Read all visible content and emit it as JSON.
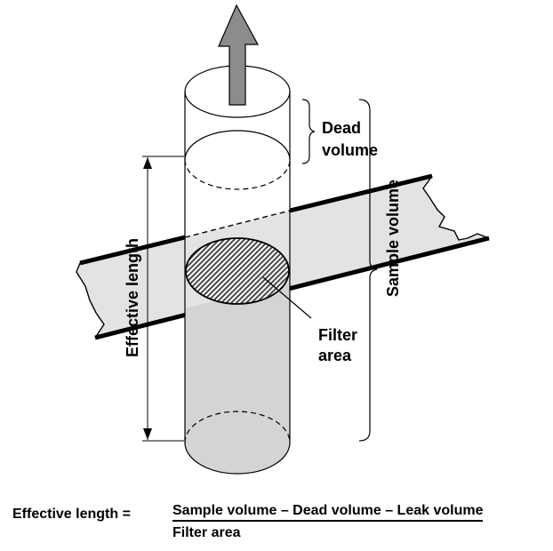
{
  "diagram": {
    "labels": {
      "dead_volume_line1": "Dead",
      "dead_volume_line2": "volume",
      "sample_volume": "Sample volume",
      "effective_length": "Effective length",
      "filter_area_line1": "Filter",
      "filter_area_line2": "area"
    },
    "colors": {
      "filter_strip": "#e3e3e3",
      "cylinder_bottom": "#d4d4d4",
      "arrow": "#8c8c8c",
      "filter_disk": "#555555",
      "stroke": "#000000"
    }
  },
  "formula": {
    "lhs": "Effective length =",
    "numerator": "Sample volume – Dead volume – Leak volume",
    "denominator": "Filter area"
  }
}
